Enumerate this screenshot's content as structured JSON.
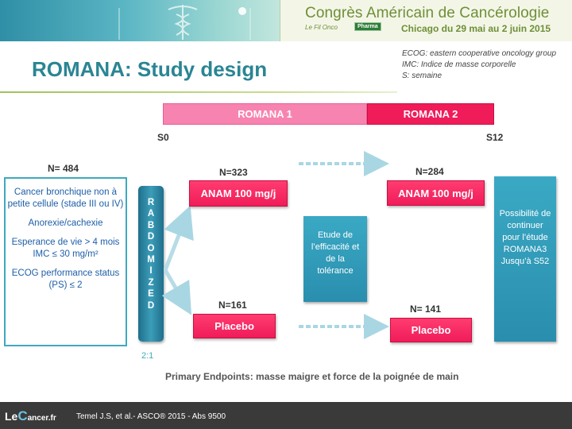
{
  "header": {
    "congress_title": "Congrès Américain de Cancérologie",
    "dates": "Chicago du 29 mai au 2 juin 2015",
    "logo_text": "Le Fil Onco",
    "badge": "Pharma"
  },
  "title": "ROMANA: Study design",
  "abbreviations": [
    "ECOG: eastern cooperative oncology group",
    "IMC: Indice de masse corporelle",
    "S: semaine"
  ],
  "phases": {
    "romana1": "ROMANA 1",
    "romana2": "ROMANA 2"
  },
  "timeline": {
    "start": "S0",
    "end": "S12"
  },
  "inclusion": {
    "n": "N= 484",
    "criteria": [
      "Cancer bronchique non à petite cellule (stade III ou IV)",
      "Anorexie/cachexie",
      "Esperance de vie > 4 mois",
      "IMC  ≤ 30 mg/m²",
      "ECOG performance status (PS) ≤ 2"
    ]
  },
  "randomize": {
    "label": "RABDOMIZED",
    "ratio": "2:1"
  },
  "arms": {
    "anam_n_s0": "N=323",
    "anam_label": "ANAM 100 mg/j",
    "placebo_n_s0": "N=161",
    "placebo_label": "Placebo",
    "anam_n_s12": "N=284",
    "placebo_n_s12": "N= 141"
  },
  "efficacy_box": "Etude de l’efficacité et de la tolérance",
  "continuation_box": "Possibilité de continuer pour l’étude ROMANA3 Jusqu’à S52",
  "primary_endpoints": "Primary Endpoints: masse maigre et force de la poignée de main",
  "footer": {
    "logo_le": "Le",
    "logo_c": "C",
    "logo_rest": "ancer.fr",
    "citation": "Temel J.S, et al.- ASCO® 2015 - Abs 9500"
  },
  "colors": {
    "teal": "#2a8593",
    "pink": "#f01c5a",
    "light_pink": "#f784b0",
    "blue_text": "#1e5fa8"
  }
}
